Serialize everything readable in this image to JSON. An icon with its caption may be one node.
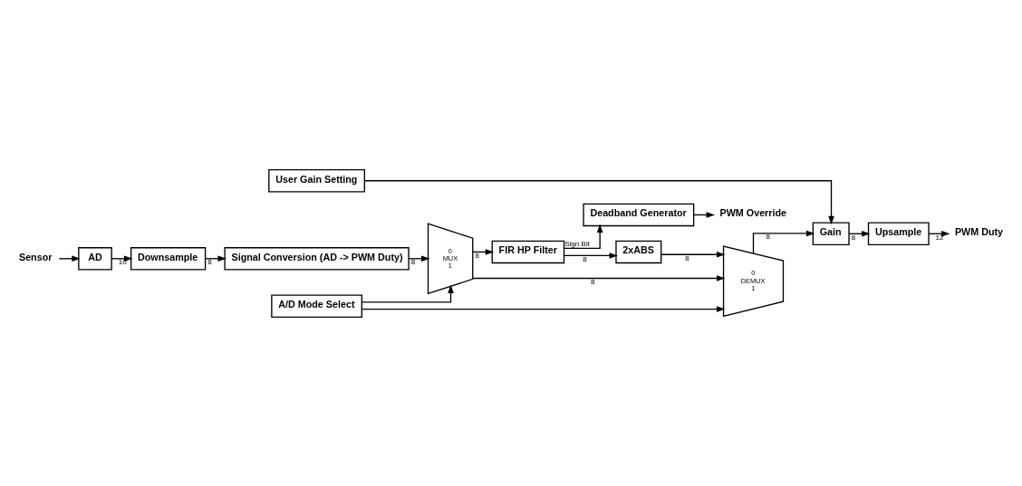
{
  "diagram": {
    "nodes": [
      {
        "text": [
          "Sensor"
        ]
      },
      {
        "text": [
          "AD"
        ]
      },
      {
        "text": [
          "Downsample"
        ]
      },
      {
        "text": [
          "Signal Conversion (AD -> PWM Duty)"
        ]
      },
      {
        "text": [
          "A/D Mode Select"
        ]
      },
      {
        "text": [
          "User Gain Setting"
        ]
      },
      {
        "text": [
          "0",
          "MUX",
          "1"
        ]
      },
      {
        "text": [
          "0",
          "DEMUX",
          "1"
        ]
      },
      {
        "text": [
          "Gain"
        ]
      },
      {
        "text": [
          "Upsample"
        ]
      },
      {
        "text": [
          "FIR HP Filter"
        ]
      },
      {
        "text": [
          "2xABS"
        ]
      },
      {
        "text": [
          "Deadband Generator"
        ]
      },
      {
        "text": [
          "PWM Duty"
        ]
      },
      {
        "text": [
          "PWM Override"
        ]
      }
    ],
    "edges": [
      {
        "from": 0,
        "to": 1,
        "arrow": "to"
      },
      {
        "from": 1,
        "to": 2,
        "arrow": "to",
        "label": "10"
      },
      {
        "from": 2,
        "to": 3,
        "arrow": "to",
        "label": "8"
      },
      {
        "from": 3,
        "to": 6,
        "arrow": "to",
        "label": "8"
      },
      {
        "from": 4,
        "to": 6,
        "arrow": "to"
      },
      {
        "from": 4,
        "to": 7,
        "arrow": "to"
      },
      {
        "from": 6,
        "to": 7,
        "arrow": "to",
        "label": "8"
      },
      {
        "from": 6,
        "to": 10,
        "arrow": "to",
        "label": "8"
      },
      {
        "from": 10,
        "to": 11,
        "arrow": "to",
        "label": "8"
      },
      {
        "from": 11,
        "to": 7,
        "arrow": "to",
        "label": "8"
      },
      {
        "from": 10,
        "to": 12,
        "arrow": "to",
        "label": "Sign Bit"
      },
      {
        "from": 7,
        "to": 8,
        "arrow": "to",
        "label": "8"
      },
      {
        "from": 5,
        "to": 8,
        "arrow": "to"
      },
      {
        "from": 8,
        "to": 9,
        "arrow": "to",
        "label": "8"
      },
      {
        "from": 9,
        "to": 13,
        "arrow": "to",
        "label": "12"
      },
      {
        "from": 12,
        "to": 14,
        "arrow": "to"
      }
    ]
  }
}
